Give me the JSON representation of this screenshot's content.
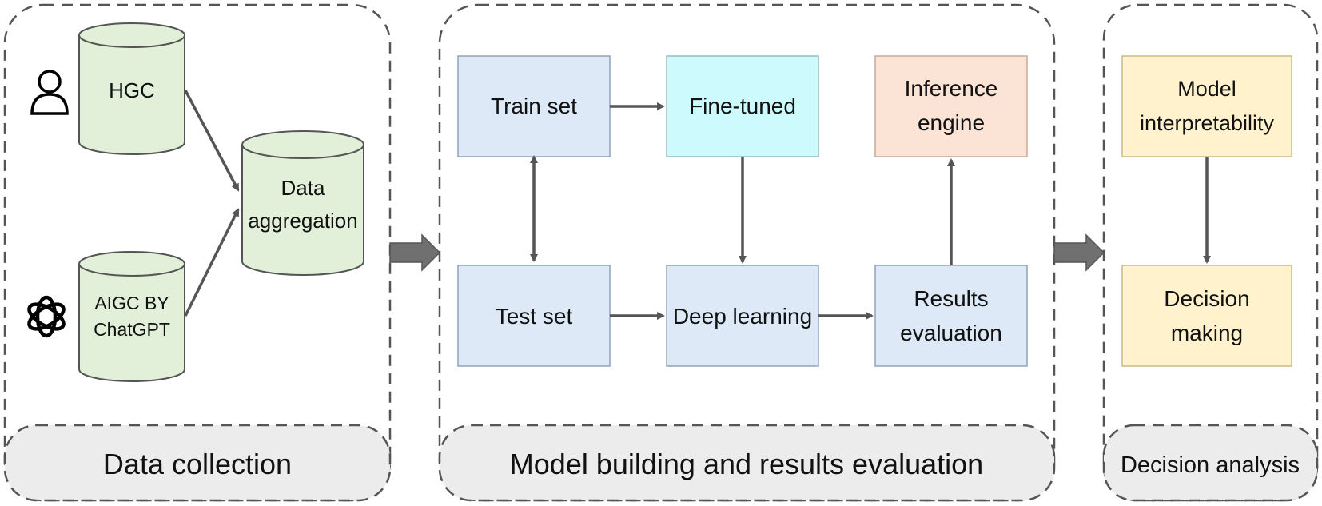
{
  "colors": {
    "panel_border": "#555555",
    "label_bg": "#ececec",
    "cylinder_fill": "#e2f0d9",
    "blue_box": "#dde9f6",
    "cyan_box": "#cdfbfd",
    "peach_box": "#fbe3d6",
    "yellow_box": "#fff2cc",
    "arrow": "#555555"
  },
  "panels": {
    "data_collection": {
      "label": "Data collection",
      "nodes": {
        "hgc": "HGC",
        "aigc_line1": "AIGC BY",
        "aigc_line2": "ChatGPT",
        "aggregation_line1": "Data",
        "aggregation_line2": "aggregation"
      },
      "icons": [
        "person-icon",
        "chatgpt-logo-icon"
      ]
    },
    "model_building": {
      "label": "Model building and results evaluation",
      "nodes": {
        "train_set": "Train set",
        "fine_tuned": "Fine-tuned",
        "inference_line1": "Inference",
        "inference_line2": "engine",
        "test_set": "Test set",
        "deep_learning": "Deep learning",
        "results_line1": "Results",
        "results_line2": "evaluation"
      }
    },
    "decision_analysis": {
      "label": "Decision analysis",
      "nodes": {
        "interpretability_line1": "Model",
        "interpretability_line2": "interpretability",
        "decision_line1": "Decision",
        "decision_line2": "making"
      }
    }
  }
}
